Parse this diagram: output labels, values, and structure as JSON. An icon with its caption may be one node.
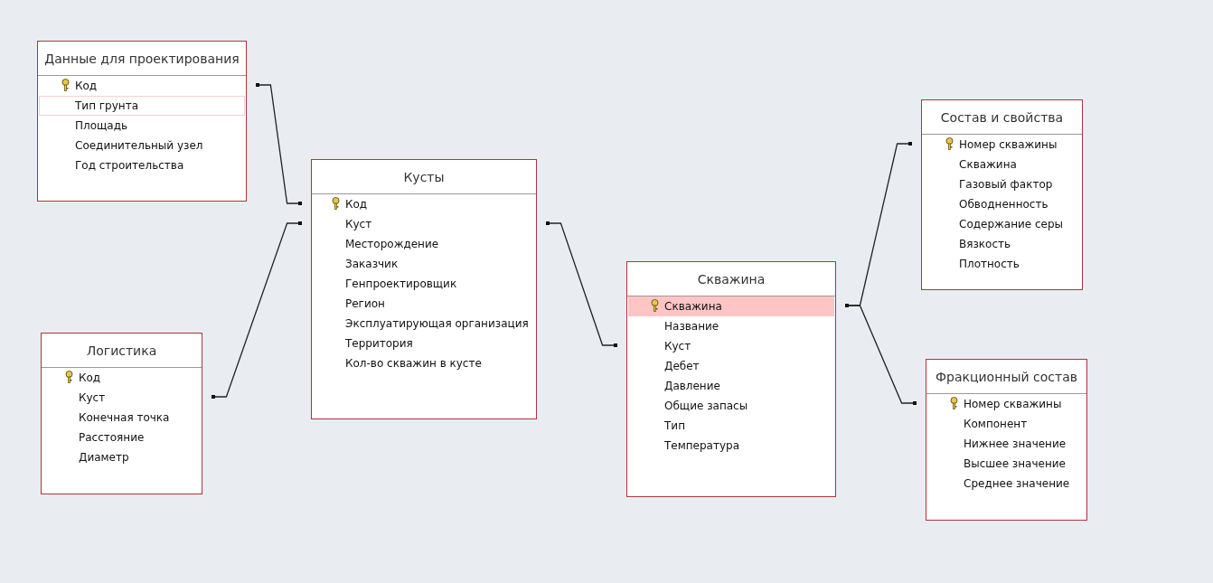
{
  "diagram": {
    "nodes": [
      {
        "text": [
          "Данные для проектирования",
          "Код",
          "Тип грунта",
          "Площадь",
          "Соединительный узел",
          "Год строительства"
        ]
      },
      {
        "text": [
          "Логистика",
          "Код",
          "Куст",
          "Конечная точка",
          "Расстояние",
          "Диаметр"
        ]
      },
      {
        "text": [
          "Кусты",
          "Код",
          "Куст",
          "Месторождение",
          "Заказчик",
          "Генпроектировщик",
          "Регион",
          "Эксплуатирующая организация",
          "Территория",
          "Кол-во скважин в кусте"
        ]
      },
      {
        "text": [
          "Скважина",
          "Скважина",
          "Название",
          "Куст",
          "Дебет",
          "Давление",
          "Общие запасы",
          "Тип",
          "Температура"
        ]
      },
      {
        "text": [
          "Состав и свойства",
          "Номер скважины",
          "Скважина",
          "Газовый фактор",
          "Обводненность",
          "Содержание серы",
          "Вязкость",
          "Плотность"
        ]
      },
      {
        "text": [
          "Фракционный состав",
          "Номер скважины",
          "Компонент",
          "Нижнее значение",
          "Высшее значение",
          "Среднее значение"
        ]
      }
    ],
    "edges": [
      {
        "from": 0,
        "to": 2,
        "arrow": "other"
      },
      {
        "from": 1,
        "to": 2,
        "arrow": "other"
      },
      {
        "from": 2,
        "to": 3,
        "arrow": "other"
      },
      {
        "from": 3,
        "to": 4,
        "arrow": "other"
      },
      {
        "from": 3,
        "to": 5,
        "arrow": "other"
      }
    ]
  }
}
